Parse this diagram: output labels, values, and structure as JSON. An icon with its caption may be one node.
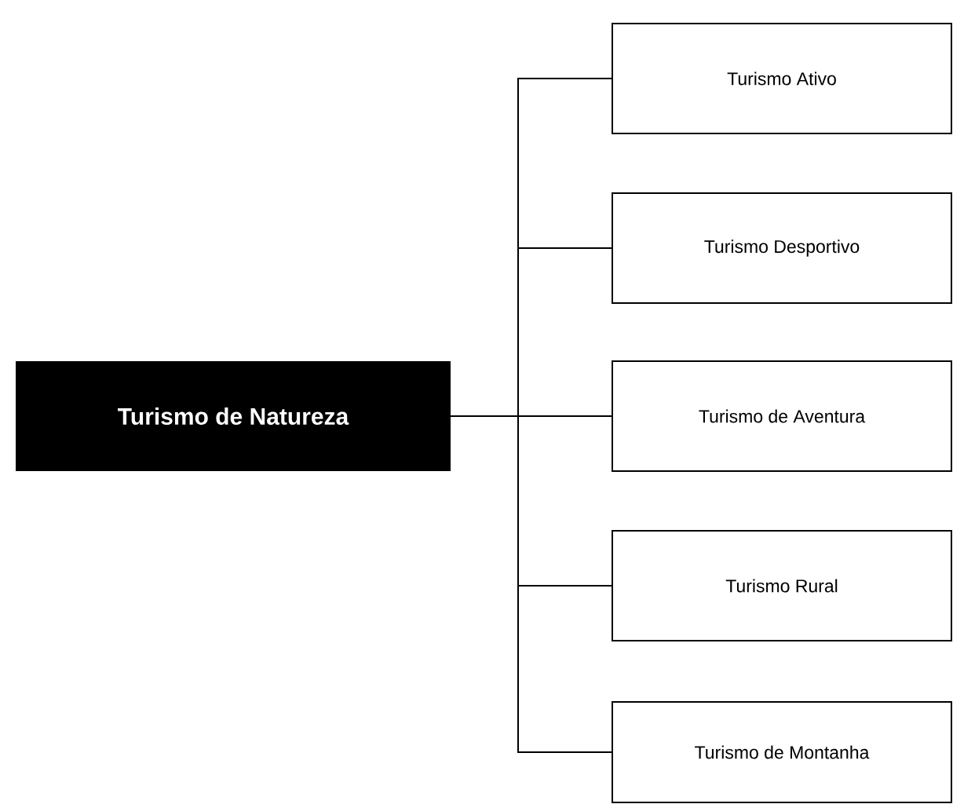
{
  "diagram": {
    "nodes": [
      {
        "text": [
          "Turismo de Natureza"
        ]
      },
      {
        "text": [
          "Turismo Ativo"
        ]
      },
      {
        "text": [
          "Turismo Desportivo"
        ]
      },
      {
        "text": [
          "Turismo de Aventura"
        ]
      },
      {
        "text": [
          "Turismo Rural"
        ]
      },
      {
        "text": [
          "Turismo de Montanha"
        ]
      }
    ],
    "edges": [
      {
        "from": 0,
        "to": 1,
        "arrow": "none"
      },
      {
        "from": 0,
        "to": 2,
        "arrow": "none"
      },
      {
        "from": 0,
        "to": 3,
        "arrow": "none"
      },
      {
        "from": 0,
        "to": 4,
        "arrow": "none"
      },
      {
        "from": 0,
        "to": 5,
        "arrow": "none"
      }
    ]
  }
}
